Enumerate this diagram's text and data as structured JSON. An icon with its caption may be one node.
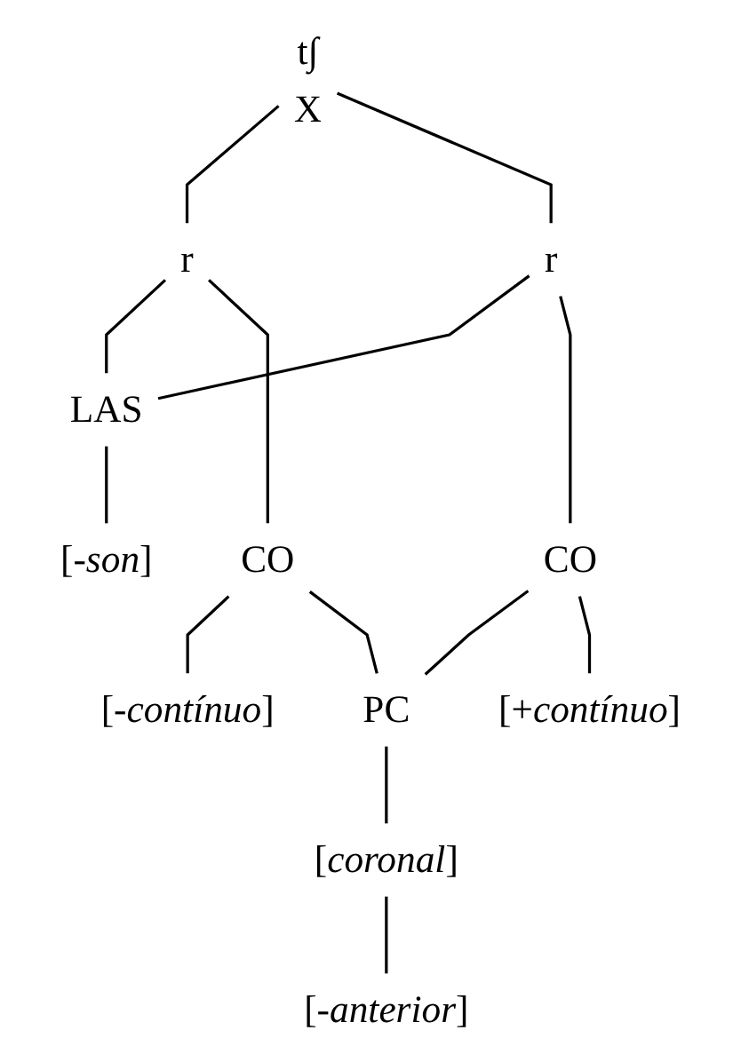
{
  "diagram": {
    "nodes": [
      {
        "text": [
          "t∫",
          "X"
        ]
      },
      {
        "text": [
          "r"
        ]
      },
      {
        "text": [
          "r"
        ]
      },
      {
        "text": [
          "LAS"
        ]
      },
      {
        "text": [
          "[-*son*]"
        ]
      },
      {
        "text": [
          "CO"
        ]
      },
      {
        "text": [
          "CO"
        ]
      },
      {
        "text": [
          "[-*contínuo*]"
        ]
      },
      {
        "text": [
          "[+*contínuo*]"
        ]
      },
      {
        "text": [
          "PC"
        ]
      },
      {
        "text": [
          "[*coronal*]"
        ]
      },
      {
        "text": [
          "[-*anterior*]"
        ]
      }
    ],
    "edges": [
      {
        "from": 0,
        "to": 1,
        "arrow": "none"
      },
      {
        "from": 0,
        "to": 2,
        "arrow": "none"
      },
      {
        "from": 1,
        "to": 3,
        "arrow": "none"
      },
      {
        "from": 2,
        "to": 3,
        "arrow": "none"
      },
      {
        "from": 3,
        "to": 4,
        "arrow": "none"
      },
      {
        "from": 1,
        "to": 5,
        "arrow": "none"
      },
      {
        "from": 2,
        "to": 6,
        "arrow": "none"
      },
      {
        "from": 5,
        "to": 7,
        "arrow": "none"
      },
      {
        "from": 5,
        "to": 9,
        "arrow": "none"
      },
      {
        "from": 6,
        "to": 9,
        "arrow": "none"
      },
      {
        "from": 6,
        "to": 8,
        "arrow": "none"
      },
      {
        "from": 9,
        "to": 10,
        "arrow": "none"
      },
      {
        "from": 10,
        "to": 11,
        "arrow": "none"
      }
    ]
  }
}
